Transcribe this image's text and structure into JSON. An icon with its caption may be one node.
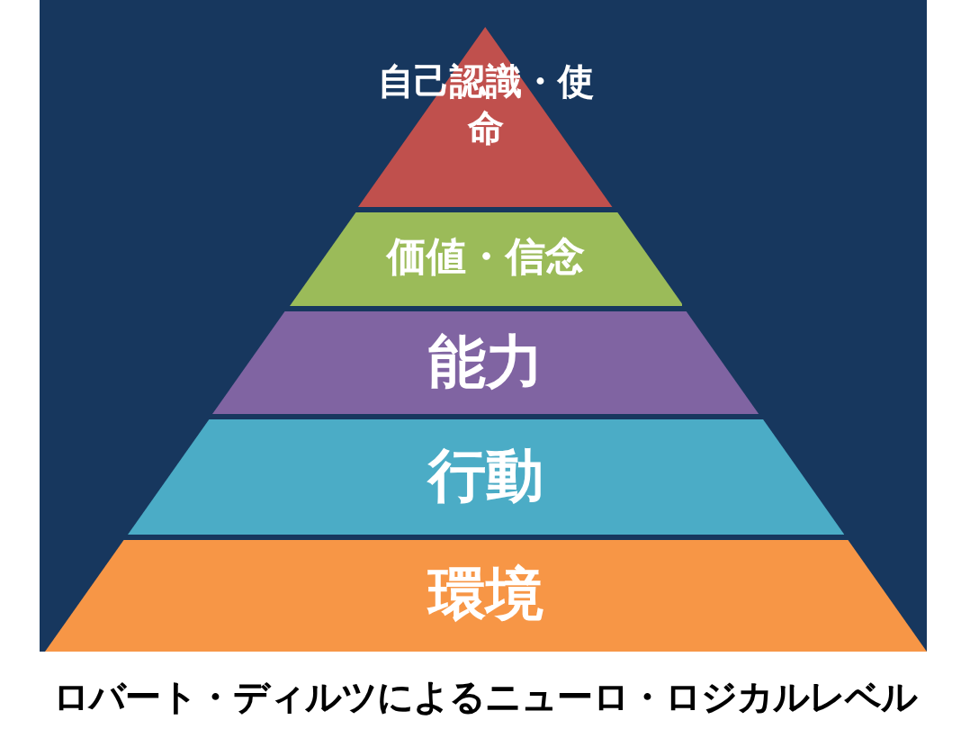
{
  "diagram": {
    "caption": "ロバート・ディルツによるニューロ・ロジカルレベル",
    "nodes": [
      {
        "text": [
          "自己認識・使命"
        ]
      },
      {
        "text": [
          "価値・信念"
        ]
      },
      {
        "text": [
          "能力"
        ]
      },
      {
        "text": [
          "行動"
        ]
      },
      {
        "text": [
          "環境"
        ]
      }
    ]
  }
}
